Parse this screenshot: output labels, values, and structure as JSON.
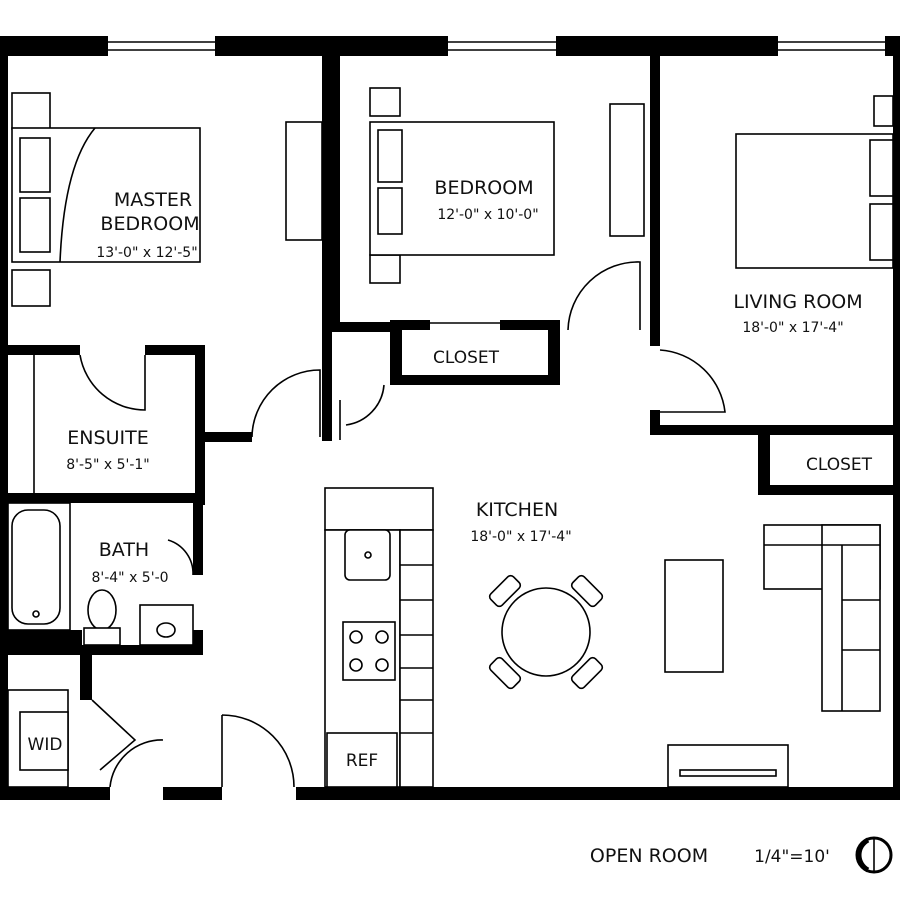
{
  "rooms": {
    "master": {
      "line1": "MASTER",
      "line2": "BEDROOM",
      "dims": "13'-0\" x 12'-5\""
    },
    "bedroom": {
      "name": "BEDROOM",
      "dims": "12'-0\" x 10'-0\""
    },
    "living": {
      "name": "LIVING ROOM",
      "dims": "18'-0\" x 17'-4\""
    },
    "closet1": {
      "name": "CLOSET"
    },
    "closet2": {
      "name": "CLOSET"
    },
    "ensuite": {
      "name": "ENSUITE",
      "dims": "8'-5\" x 5'-1\""
    },
    "bath": {
      "name": "BATH",
      "dims": "8'-4\" x 5'-0"
    },
    "kitchen": {
      "name": "KITCHEN",
      "dims": "18'-0\" x 17'-4\""
    },
    "wd": {
      "name": "WID"
    },
    "ref": {
      "name": "REF"
    }
  },
  "footer": {
    "plan_name": "OPEN ROOM",
    "scale": "1/4\"=10'",
    "north_icon": "north-arrow-icon"
  }
}
